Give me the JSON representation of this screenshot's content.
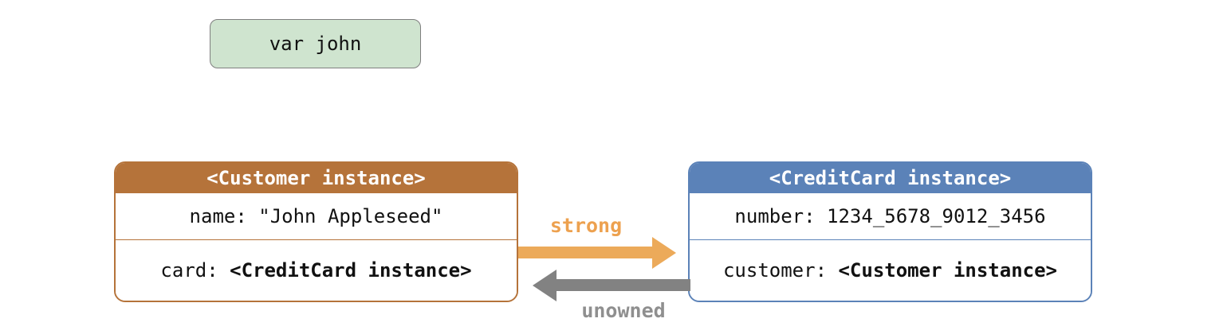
{
  "colors": {
    "background": "#ffffff",
    "customer_accent": "#b5733a",
    "creditcard_accent": "#5b82b8",
    "variable_fill": "#cfe4cf",
    "variable_border": "#7f7f7f",
    "strong_arrow": "#ecaa5a",
    "strong_label": "#eda14f",
    "unowned_arrow": "#828282",
    "unowned_label": "#8f8f8f",
    "header_text": "#ffffff",
    "body_text": "#111111"
  },
  "variable_box": {
    "label": "var john"
  },
  "customer_box": {
    "title": "<Customer instance>",
    "rows": [
      {
        "label": "name: ",
        "value": "\"John Appleseed\""
      },
      {
        "label": "card: ",
        "value": "<CreditCard instance>"
      }
    ]
  },
  "creditcard_box": {
    "title": "<CreditCard instance>",
    "rows": [
      {
        "label": "number: ",
        "value": "1234_5678_9012_3456"
      },
      {
        "label": "customer: ",
        "value": "<Customer instance>"
      }
    ]
  },
  "arrows": {
    "strong": {
      "label": "strong",
      "direction": "right"
    },
    "unowned": {
      "label": "unowned",
      "direction": "left"
    }
  }
}
